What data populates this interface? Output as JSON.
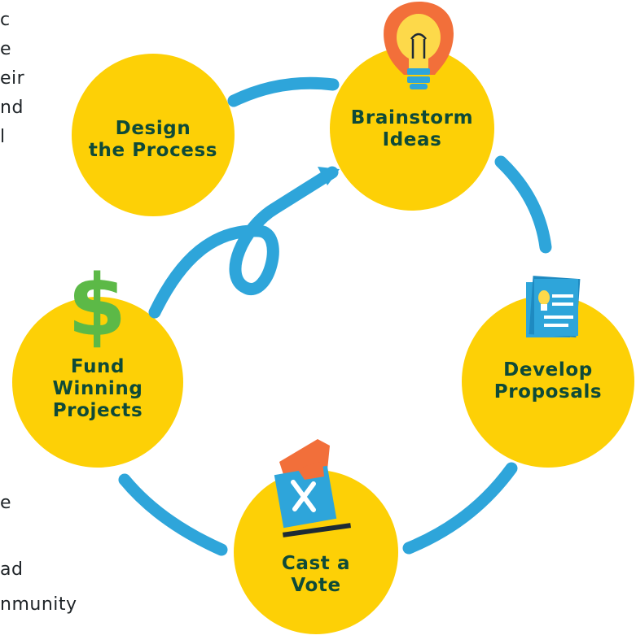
{
  "cut_text_top": [
    "c",
    "e",
    "eir",
    "nd",
    "l"
  ],
  "cut_text_bottom": [
    "e",
    "",
    "ad",
    "nmunity"
  ],
  "steps": [
    {
      "id": "design",
      "lines": [
        "Design",
        "the Process"
      ]
    },
    {
      "id": "brainstorm",
      "lines": [
        "Brainstorm",
        "Ideas"
      ]
    },
    {
      "id": "develop",
      "lines": [
        "Develop",
        "Proposals"
      ]
    },
    {
      "id": "vote",
      "lines": [
        "Cast a",
        "Vote"
      ]
    },
    {
      "id": "fund",
      "lines": [
        "Fund",
        "Winning",
        "Projects"
      ]
    }
  ],
  "icons": [
    "lightbulb-icon",
    "proposal-document-icon",
    "ballot-hand-icon",
    "dollar-sign-icon"
  ],
  "colors": {
    "circle": "#fdd006",
    "label": "#0e4a38",
    "arrow": "#2ea5da",
    "dollar": "#5cb947",
    "accent": "#f26f3a"
  }
}
